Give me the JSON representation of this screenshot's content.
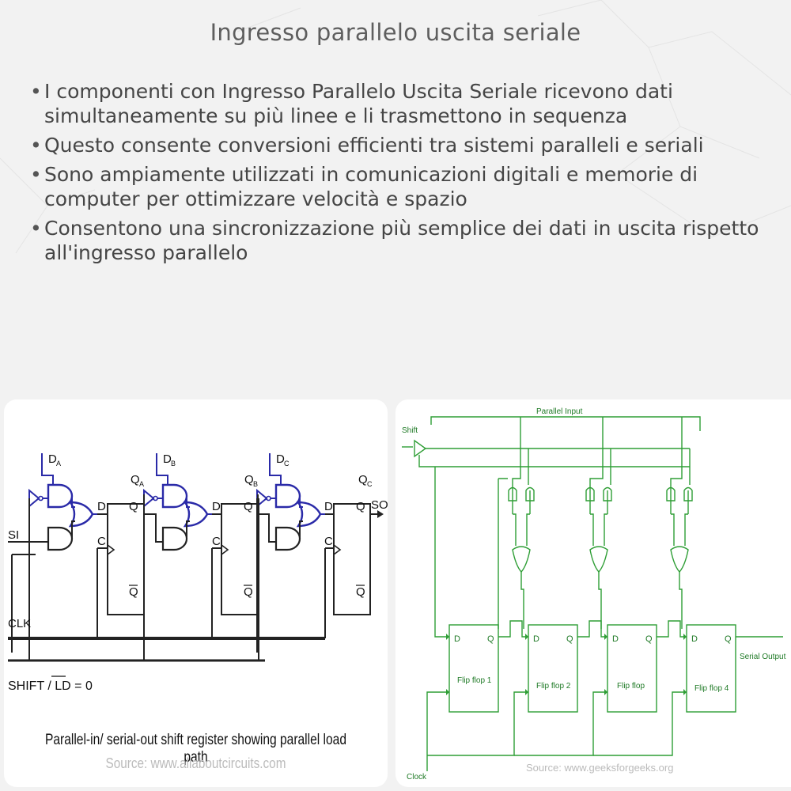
{
  "title": "Ingresso parallelo uscita seriale",
  "bullets": [
    "I componenti con Ingresso Parallelo Uscita Seriale ricevono dati simultaneamente su più linee e li trasmettono in sequenza",
    "Questo consente conversioni efficienti tra sistemi paralleli e seriali",
    "Sono ampiamente utilizzati in comunicazioni digitali e memorie di computer per ottimizzare velocità e spazio",
    "Consentono una sincronizzazione più semplice dei dati in uscita rispetto all'ingresso parallelo"
  ],
  "left_diagram": {
    "inputs": [
      "D",
      "D",
      "D"
    ],
    "input_subs": [
      "A",
      "B",
      "C"
    ],
    "outputs": [
      "Q",
      "Q",
      "Q"
    ],
    "output_subs": [
      "A",
      "B",
      "C"
    ],
    "pin_d": "D",
    "pin_q": "Q",
    "pin_c": "C",
    "pin_qbar": "Q",
    "so": "SO",
    "si": "SI",
    "clk": "CLK",
    "shift_ld": "SHIFT / LD = 0",
    "caption": "Parallel-in/ serial-out shift register showing parallel load path",
    "source": "Source: www.allaboutcircuits.com",
    "accent_color": "#2a2aa8"
  },
  "right_diagram": {
    "parallel_input": "Parallel Input",
    "shift": "Shift",
    "flip_flops": [
      "Flip flop 1",
      "Flip flop 2",
      "Flip flop",
      "Flip flop 4"
    ],
    "pin_d": "D",
    "pin_q": "Q",
    "serial_output": "Serial Output",
    "clock": "Clock",
    "source": "Source: www.geeksforgeeks.org",
    "wire_color": "#2e9e35"
  }
}
